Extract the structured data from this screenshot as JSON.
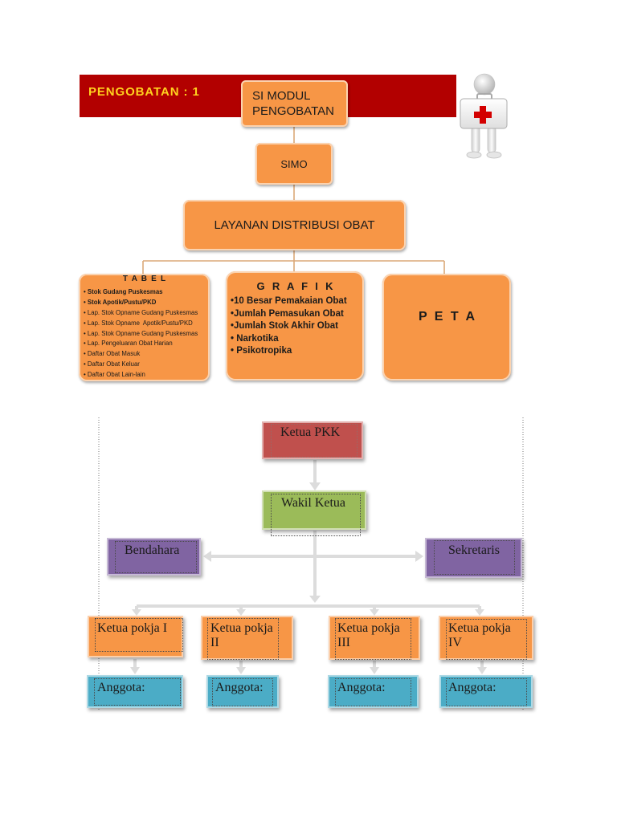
{
  "banner": {
    "title": "PENGOBATAN : 1"
  },
  "icons": {
    "mascot": "first-aid-figure-icon"
  },
  "colors": {
    "banner_bg": "#b20000",
    "banner_text": "#ffd21f",
    "orange_box": "#f79646",
    "connector_top": "#dba878",
    "ketua_box": "#c0504d",
    "wakil_box": "#9bbb59",
    "purple_box": "#8064a2",
    "pokja_box": "#f79646",
    "anggota_box": "#4bacc6",
    "arrow": "#dcdcdc",
    "cross": "#d30000"
  },
  "medication_chart": {
    "root": {
      "lines": [
        "SI MODUL",
        "PENGOBATAN"
      ]
    },
    "module": "SIMO",
    "service": "LAYANAN DISTRIBUSI OBAT",
    "tabel": {
      "title": "T A B E L",
      "items": [
        "• Stok Gudang Puskesmas",
        "• Stok Apotik/Pustu/PKD",
        "• Lap. Stok Opname Gudang Puskesmas",
        "• Lap. Stok Opname  Apotik/Pustu/PKD",
        "• Lap. Stok Opname Gudang Puskesmas",
        "• Lap. Pengeluaran Obat Harian",
        "• Daftar Obat Masuk",
        "• Daftar Obat Keluar",
        "• Daftar Obat Lain-lain"
      ]
    },
    "grafik": {
      "title": "G R A F I K",
      "items": [
        "•10 Besar Pemakaian Obat",
        "•Jumlah Pemasukan Obat",
        "•Jumlah Stok Akhir Obat",
        "• Narkotika",
        "• Psikotropika"
      ]
    },
    "peta": {
      "title": "P E T A"
    }
  },
  "pkk_chart": {
    "ketua": "Ketua PKK",
    "wakil": "Wakil Ketua",
    "bendahara": "Bendahara",
    "sekretaris": "Sekretaris",
    "pokja": [
      {
        "lines": [
          "Ketua pokja I"
        ]
      },
      {
        "lines": [
          "Ketua pokja",
          "II"
        ]
      },
      {
        "lines": [
          "Ketua pokja",
          "III"
        ]
      },
      {
        "lines": [
          "Ketua pokja",
          "IV"
        ]
      }
    ],
    "anggota": [
      "Anggota:",
      "Anggota:",
      "Anggota:",
      "Anggota:"
    ]
  }
}
